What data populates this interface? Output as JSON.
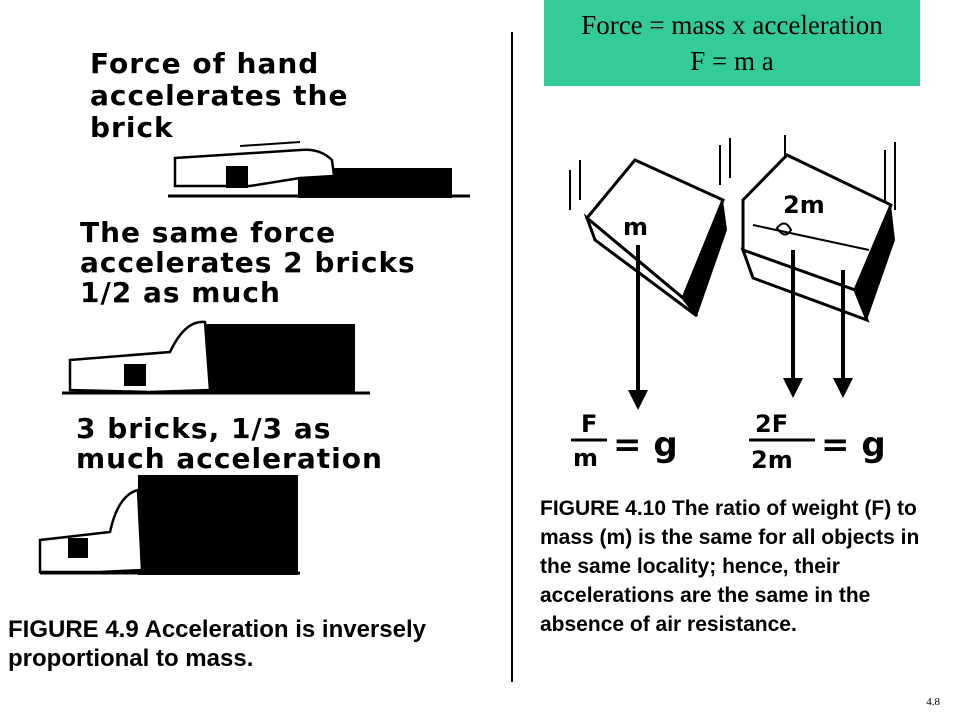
{
  "banner": {
    "line1": "Force = mass x acceleration",
    "line2": "F = m a",
    "color": "#33cc99"
  },
  "figure_4_9": {
    "label1": "Force of hand accelerates the brick",
    "label2": "The same force accelerates 2 bricks 1/2 as much",
    "label3": "3 bricks, 1/3 as much acceleration",
    "caption_title": "FIGURE 4.9",
    "caption_text": "Acceleration is inversely proportional to mass."
  },
  "figure_4_10": {
    "mass_label_left": "m",
    "mass_label_right": "2m",
    "eq_left_num": "F",
    "eq_left_den": "m",
    "eq_right_num": "2F",
    "eq_right_den": "2m",
    "eq_result": "= g",
    "caption_title": "FIGURE 4.10",
    "caption_text": "The ratio of weight (F) to mass (m) is the same for all objects in the same locality; hence, their accelerations are the same in the absence of air resistance."
  },
  "slide_number": "4.8"
}
